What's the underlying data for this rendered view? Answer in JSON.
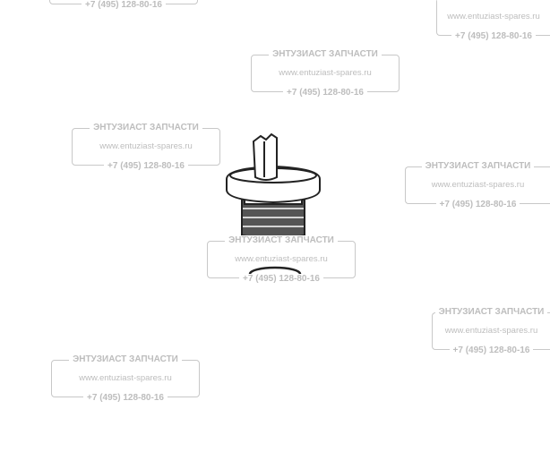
{
  "watermark": {
    "title": "ЭНТУЗИАСТ ЗАПЧАСТИ",
    "url": "www.entuziast-spares.ru",
    "phone": "+7 (495) 128-80-16"
  },
  "diagram": {
    "parts": [
      "drain-plug",
      "o-ring"
    ]
  }
}
